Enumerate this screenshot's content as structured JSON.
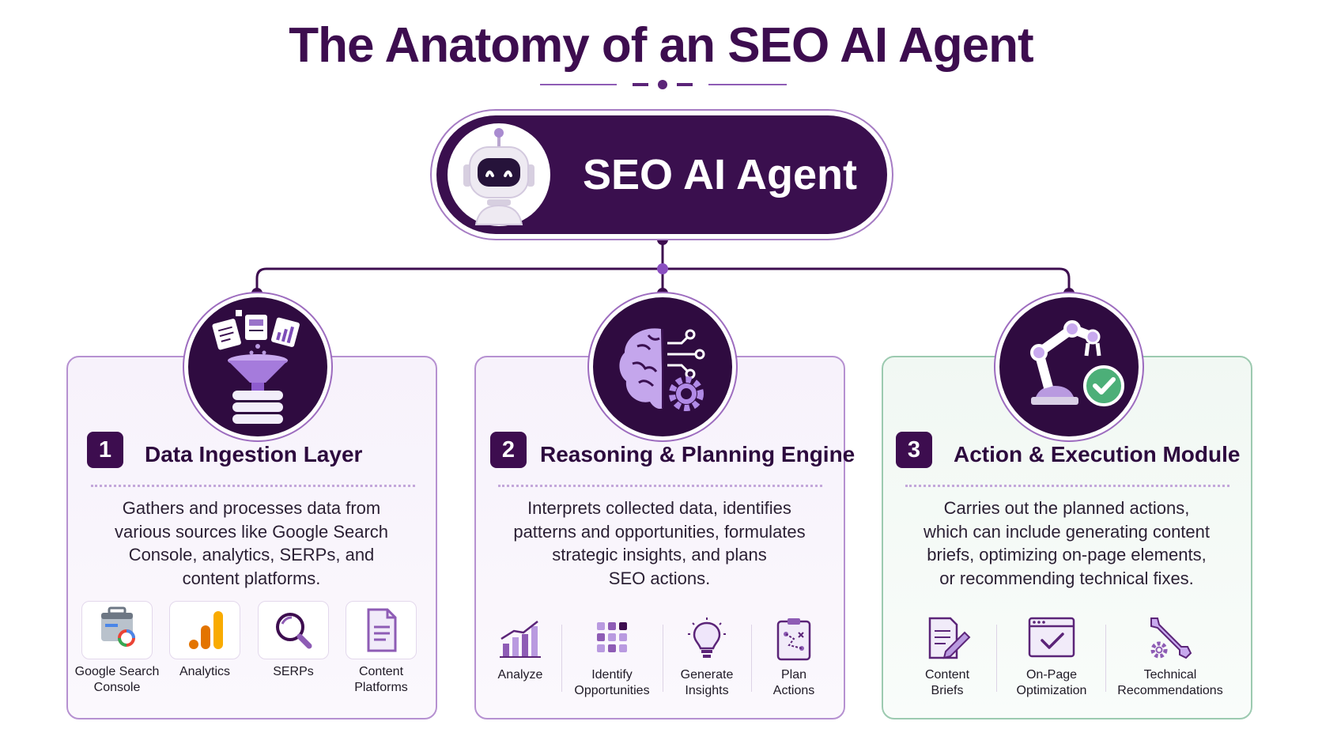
{
  "title": "The Anatomy of an SEO AI Agent",
  "agent": {
    "label": "SEO AI Agent",
    "icon": "robot-icon"
  },
  "colors": {
    "primary": "#3d0d4f",
    "accent": "#7b3fb0",
    "green_accent": "#4caf78"
  },
  "sections": [
    {
      "number": "1",
      "title": "Data Ingestion Layer",
      "description_lines": [
        "Gathers and processes data from",
        "various sources like Google Search",
        "Console, analytics, SERPs, and",
        "content platforms."
      ],
      "icon": "data-funnel-icon",
      "tools": [
        {
          "label_lines": [
            "Google Search",
            "Console"
          ],
          "icon": "google-search-console-icon"
        },
        {
          "label_lines": [
            "Analytics"
          ],
          "icon": "analytics-bars-icon"
        },
        {
          "label_lines": [
            "SERPs"
          ],
          "icon": "magnifier-icon"
        },
        {
          "label_lines": [
            "Content",
            "Platforms"
          ],
          "icon": "document-icon"
        }
      ]
    },
    {
      "number": "2",
      "title": "Reasoning & Planning Engine",
      "description_lines": [
        "Interprets collected data, identifies",
        "patterns and opportunities, formulates",
        "strategic insights, and plans",
        "SEO actions."
      ],
      "icon": "brain-circuit-icon",
      "tools": [
        {
          "label_lines": [
            "Analyze"
          ],
          "icon": "bar-chart-icon"
        },
        {
          "label_lines": [
            "Identify",
            "Opportunities"
          ],
          "icon": "grid-dots-icon"
        },
        {
          "label_lines": [
            "Generate",
            "Insights"
          ],
          "icon": "lightbulb-icon"
        },
        {
          "label_lines": [
            "Plan",
            "Actions"
          ],
          "icon": "clipboard-plan-icon"
        }
      ]
    },
    {
      "number": "3",
      "title": "Action & Execution Module",
      "description_lines": [
        "Carries out the planned actions,",
        "which can include generating content",
        "briefs, optimizing on-page elements,",
        "or recommending technical fixes."
      ],
      "icon": "robot-arm-check-icon",
      "tools": [
        {
          "label_lines": [
            "Content",
            "Briefs"
          ],
          "icon": "document-pen-icon"
        },
        {
          "label_lines": [
            "On-Page",
            "Optimization"
          ],
          "icon": "browser-check-icon"
        },
        {
          "label_lines": [
            "Technical",
            "Recommendations"
          ],
          "icon": "wrench-gear-icon"
        }
      ]
    }
  ]
}
